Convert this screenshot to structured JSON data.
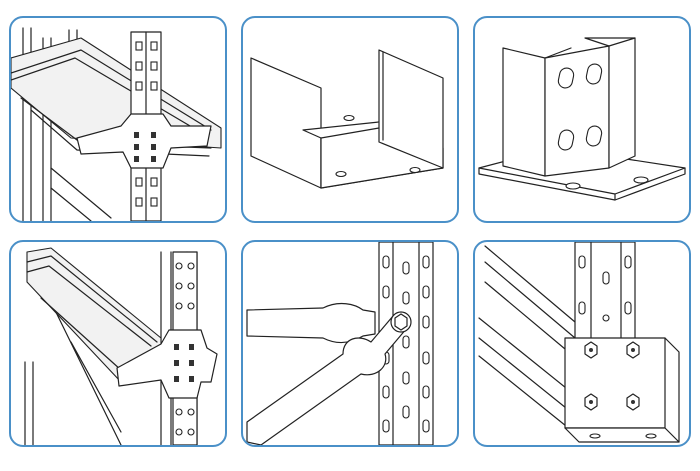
{
  "colors": {
    "panel_border": "#4a90c8",
    "line": "#222222",
    "background": "#ffffff"
  },
  "panels": [
    {
      "id": "beam-connector-top",
      "icon": "beam-to-upright-connector-icon"
    },
    {
      "id": "u-channel",
      "icon": "u-channel-bracket-icon"
    },
    {
      "id": "base-plate",
      "icon": "upright-base-plate-icon"
    },
    {
      "id": "beam-connector-bottom",
      "icon": "beam-to-upright-connector-icon"
    },
    {
      "id": "diagonal-brace",
      "icon": "diagonal-brace-bolt-icon"
    },
    {
      "id": "floor-anchor",
      "icon": "bolted-floor-anchor-icon"
    }
  ]
}
